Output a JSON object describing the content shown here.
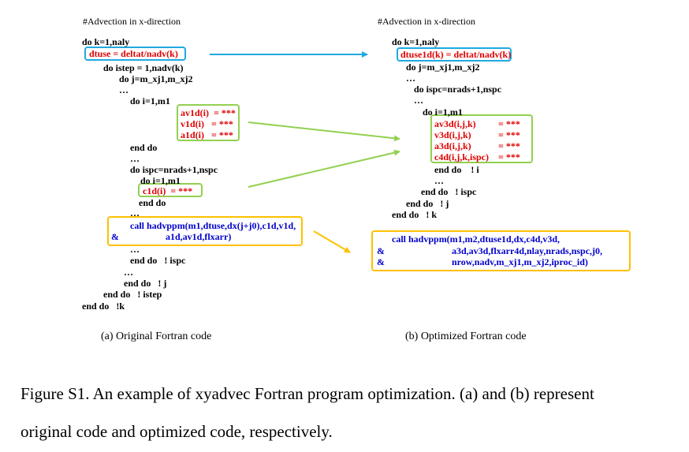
{
  "left": {
    "comment": "#Advection in x-direction",
    "lines": [
      "do k=1,naly",
      "dtuse = deltat/nadv(k)",
      "do istep = 1,nadv(k)",
      "do j=m_xj1,m_xj2",
      "…",
      "do i=1,m1",
      "av1d(i)  = ***",
      "v1d(i)   = ***",
      "a1d(i)   = ***",
      "end do",
      "…",
      "do ispc=nrads+1,nspc",
      "do i=1,m1",
      "c1d(i)  = ***",
      "end do",
      "…",
      "call hadvppm(m1,dtuse,dx(j+j0),c1d,v1d,",
      "&",
      "a1d,av1d,flxarr)",
      "…",
      "end do   ! ispc",
      "…",
      "end do   ! j",
      "end do   ! istep",
      "end do   !k"
    ]
  },
  "right": {
    "comment": "#Advection in x-direction",
    "lines": [
      "do k=1,naly",
      "dtuse1d(k) = deltat/nadv(k)",
      "do j=m_xj1,m_xj2",
      "…",
      "do ispc=nrads+1,nspc",
      "…",
      "do i=1,m1",
      "av3d(i,j,k)",
      "= ***",
      "v3d(i,j,k)",
      "= ***",
      "a3d(i,j,k)",
      "= ***",
      "c4d(i,j,k,ispc)",
      "= ***",
      "end do    ! i",
      "…",
      "end do   ! ispc",
      "end do   ! j",
      "end do   ! k",
      "call hadvppm(m1,m2,dtuse1d,dx,c4d,v3d,",
      "&",
      "a3d,av3d,flxarr4d,nlay,nrads,nspc,j0,",
      "&",
      "nrow,nadv,m_xj1,m_xj2,iproc_id)"
    ]
  },
  "captions": {
    "a": "(a) Original Fortran code",
    "b": "(b) Optimized Fortran code"
  },
  "figure_caption": {
    "line1": "Figure S1. An example of xyadvec Fortran program optimization. (a) and (b) represent",
    "line2": "original code and optimized code, respectively."
  },
  "colors": {
    "highlight_text": "#e00000",
    "call_text": "#0000cc",
    "box_blue": "#21a9e1",
    "box_green": "#92d050",
    "box_orange": "#ffc000"
  }
}
